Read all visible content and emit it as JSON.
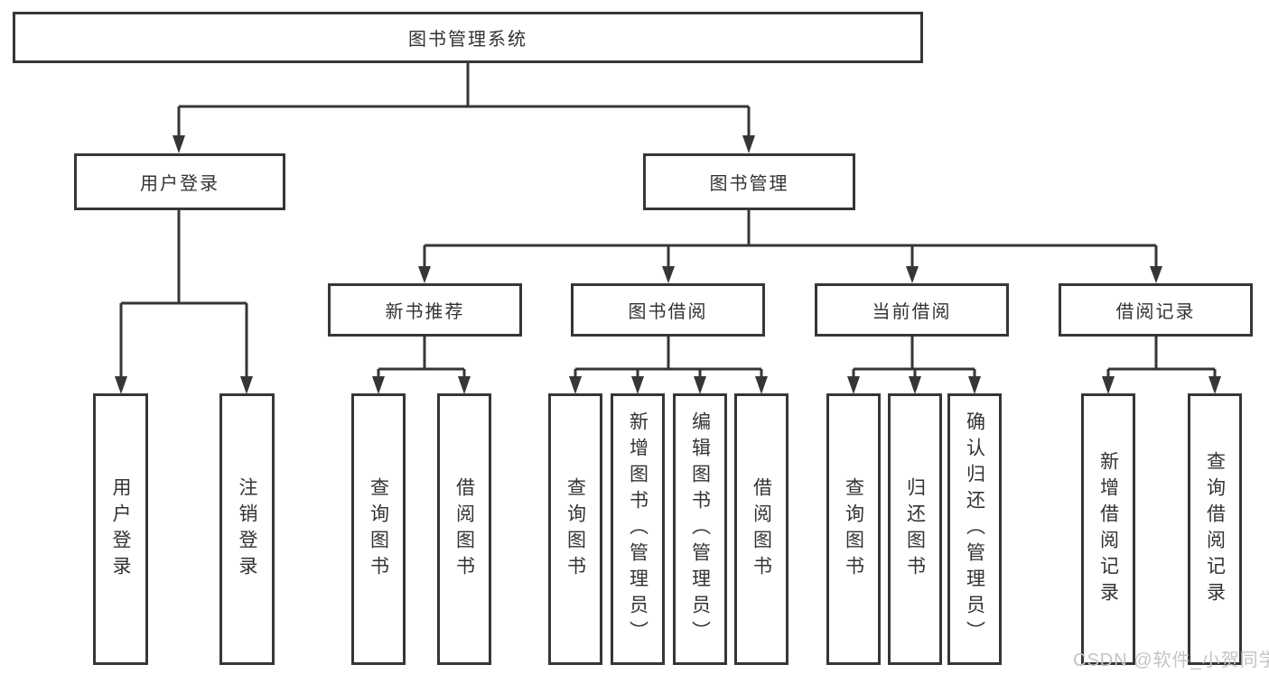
{
  "tree": {
    "root": "图书管理系统",
    "branches": [
      {
        "label": "用户登录",
        "leaves": [
          "用户登录",
          "注销登录"
        ]
      },
      {
        "label": "图书管理",
        "groups": [
          {
            "label": "新书推荐",
            "leaves": [
              "查询图书",
              "借阅图书"
            ]
          },
          {
            "label": "图书借阅",
            "leaves": [
              "查询图书",
              "新增图书（管理员）",
              "编辑图书（管理员）",
              "借阅图书"
            ]
          },
          {
            "label": "当前借阅",
            "leaves": [
              "查询图书",
              "归还图书",
              "确认归还（管理员）"
            ]
          },
          {
            "label": "借阅记录",
            "leaves": [
              "新增借阅记录",
              "查询借阅记录"
            ]
          }
        ]
      }
    ]
  },
  "watermark": "CSDN @软件_小贺同学",
  "colors": {
    "line": "#363636",
    "text": "#333333",
    "background": "#ffffff",
    "watermark": "#c4c4c4"
  }
}
